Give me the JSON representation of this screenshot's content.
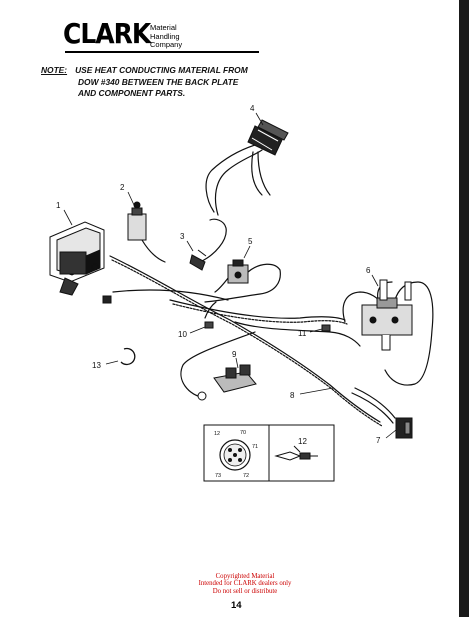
{
  "logo": {
    "word": "CLARK",
    "line1": "Material",
    "line2": "Handling",
    "line3": "Company"
  },
  "note": {
    "label": "NOTE:",
    "line1": "USE HEAT CONDUCTING MATERIAL FROM",
    "line2": "DOW #340  BETWEEN THE BACK PLATE",
    "line3": "AND COMPONENT PARTS."
  },
  "callouts": {
    "c1": "1",
    "c2": "2",
    "c3": "3",
    "c4": "4",
    "c5": "5",
    "c6": "6",
    "c7": "7",
    "c8": "8",
    "c9": "9",
    "c10": "10",
    "c11": "11",
    "c12": "12",
    "c13": "13"
  },
  "inset": {
    "left": {
      "top_a": "12",
      "top_b": "70",
      "right": "71",
      "bottom_left": "73",
      "bottom_right": "72"
    },
    "right_label": "12"
  },
  "watermark": {
    "line1": "Copyrighted Material",
    "line2": "Intended for CLARK dealers only",
    "line3": "Do not sell or distribute"
  },
  "page_number": "14"
}
